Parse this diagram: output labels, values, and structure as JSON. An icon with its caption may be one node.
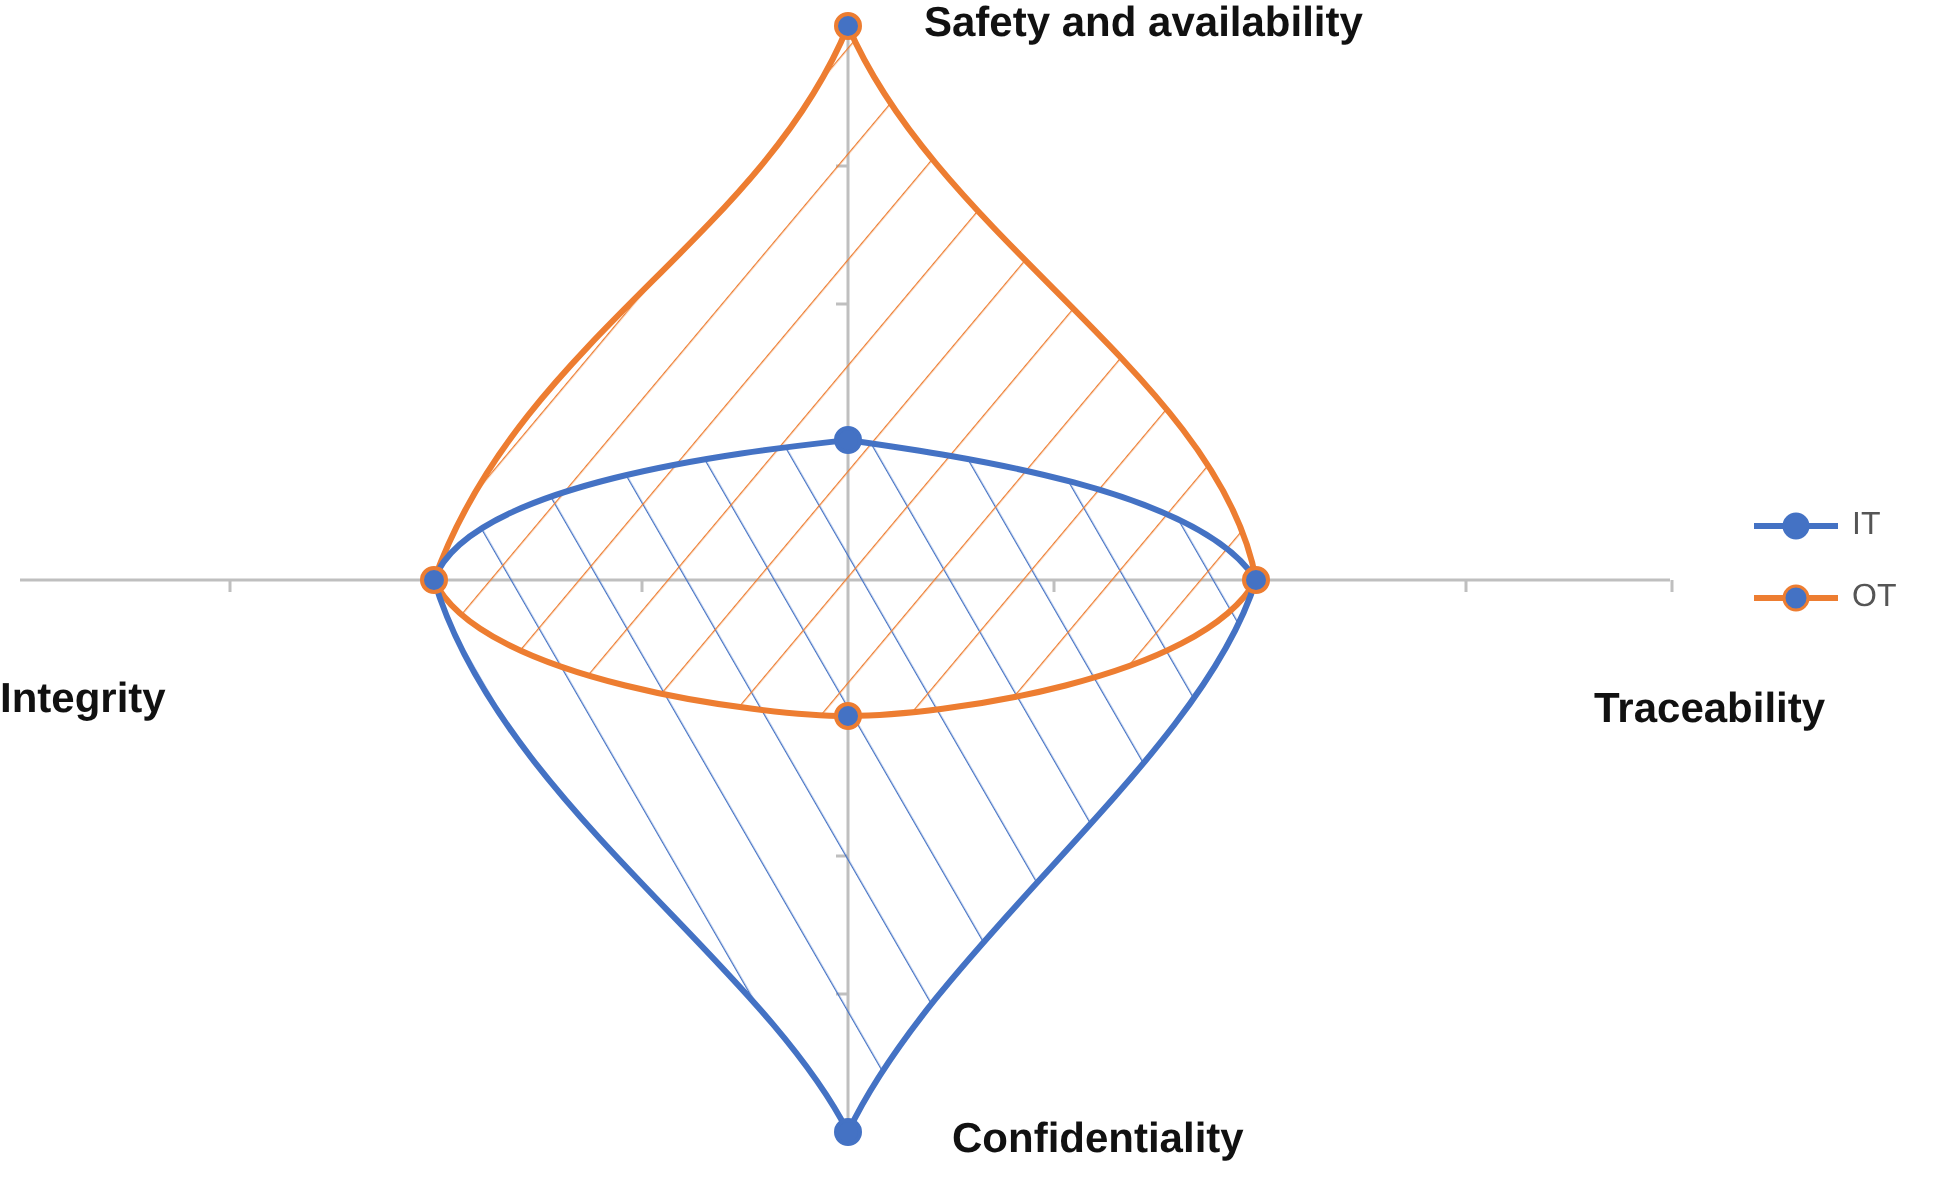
{
  "diagram": {
    "labels": [
      "Safety and availability",
      "Integrity",
      "Traceability",
      "Confidentiality"
    ],
    "legend": [
      {
        "text": "IT"
      },
      {
        "text": "OT"
      }
    ]
  }
}
